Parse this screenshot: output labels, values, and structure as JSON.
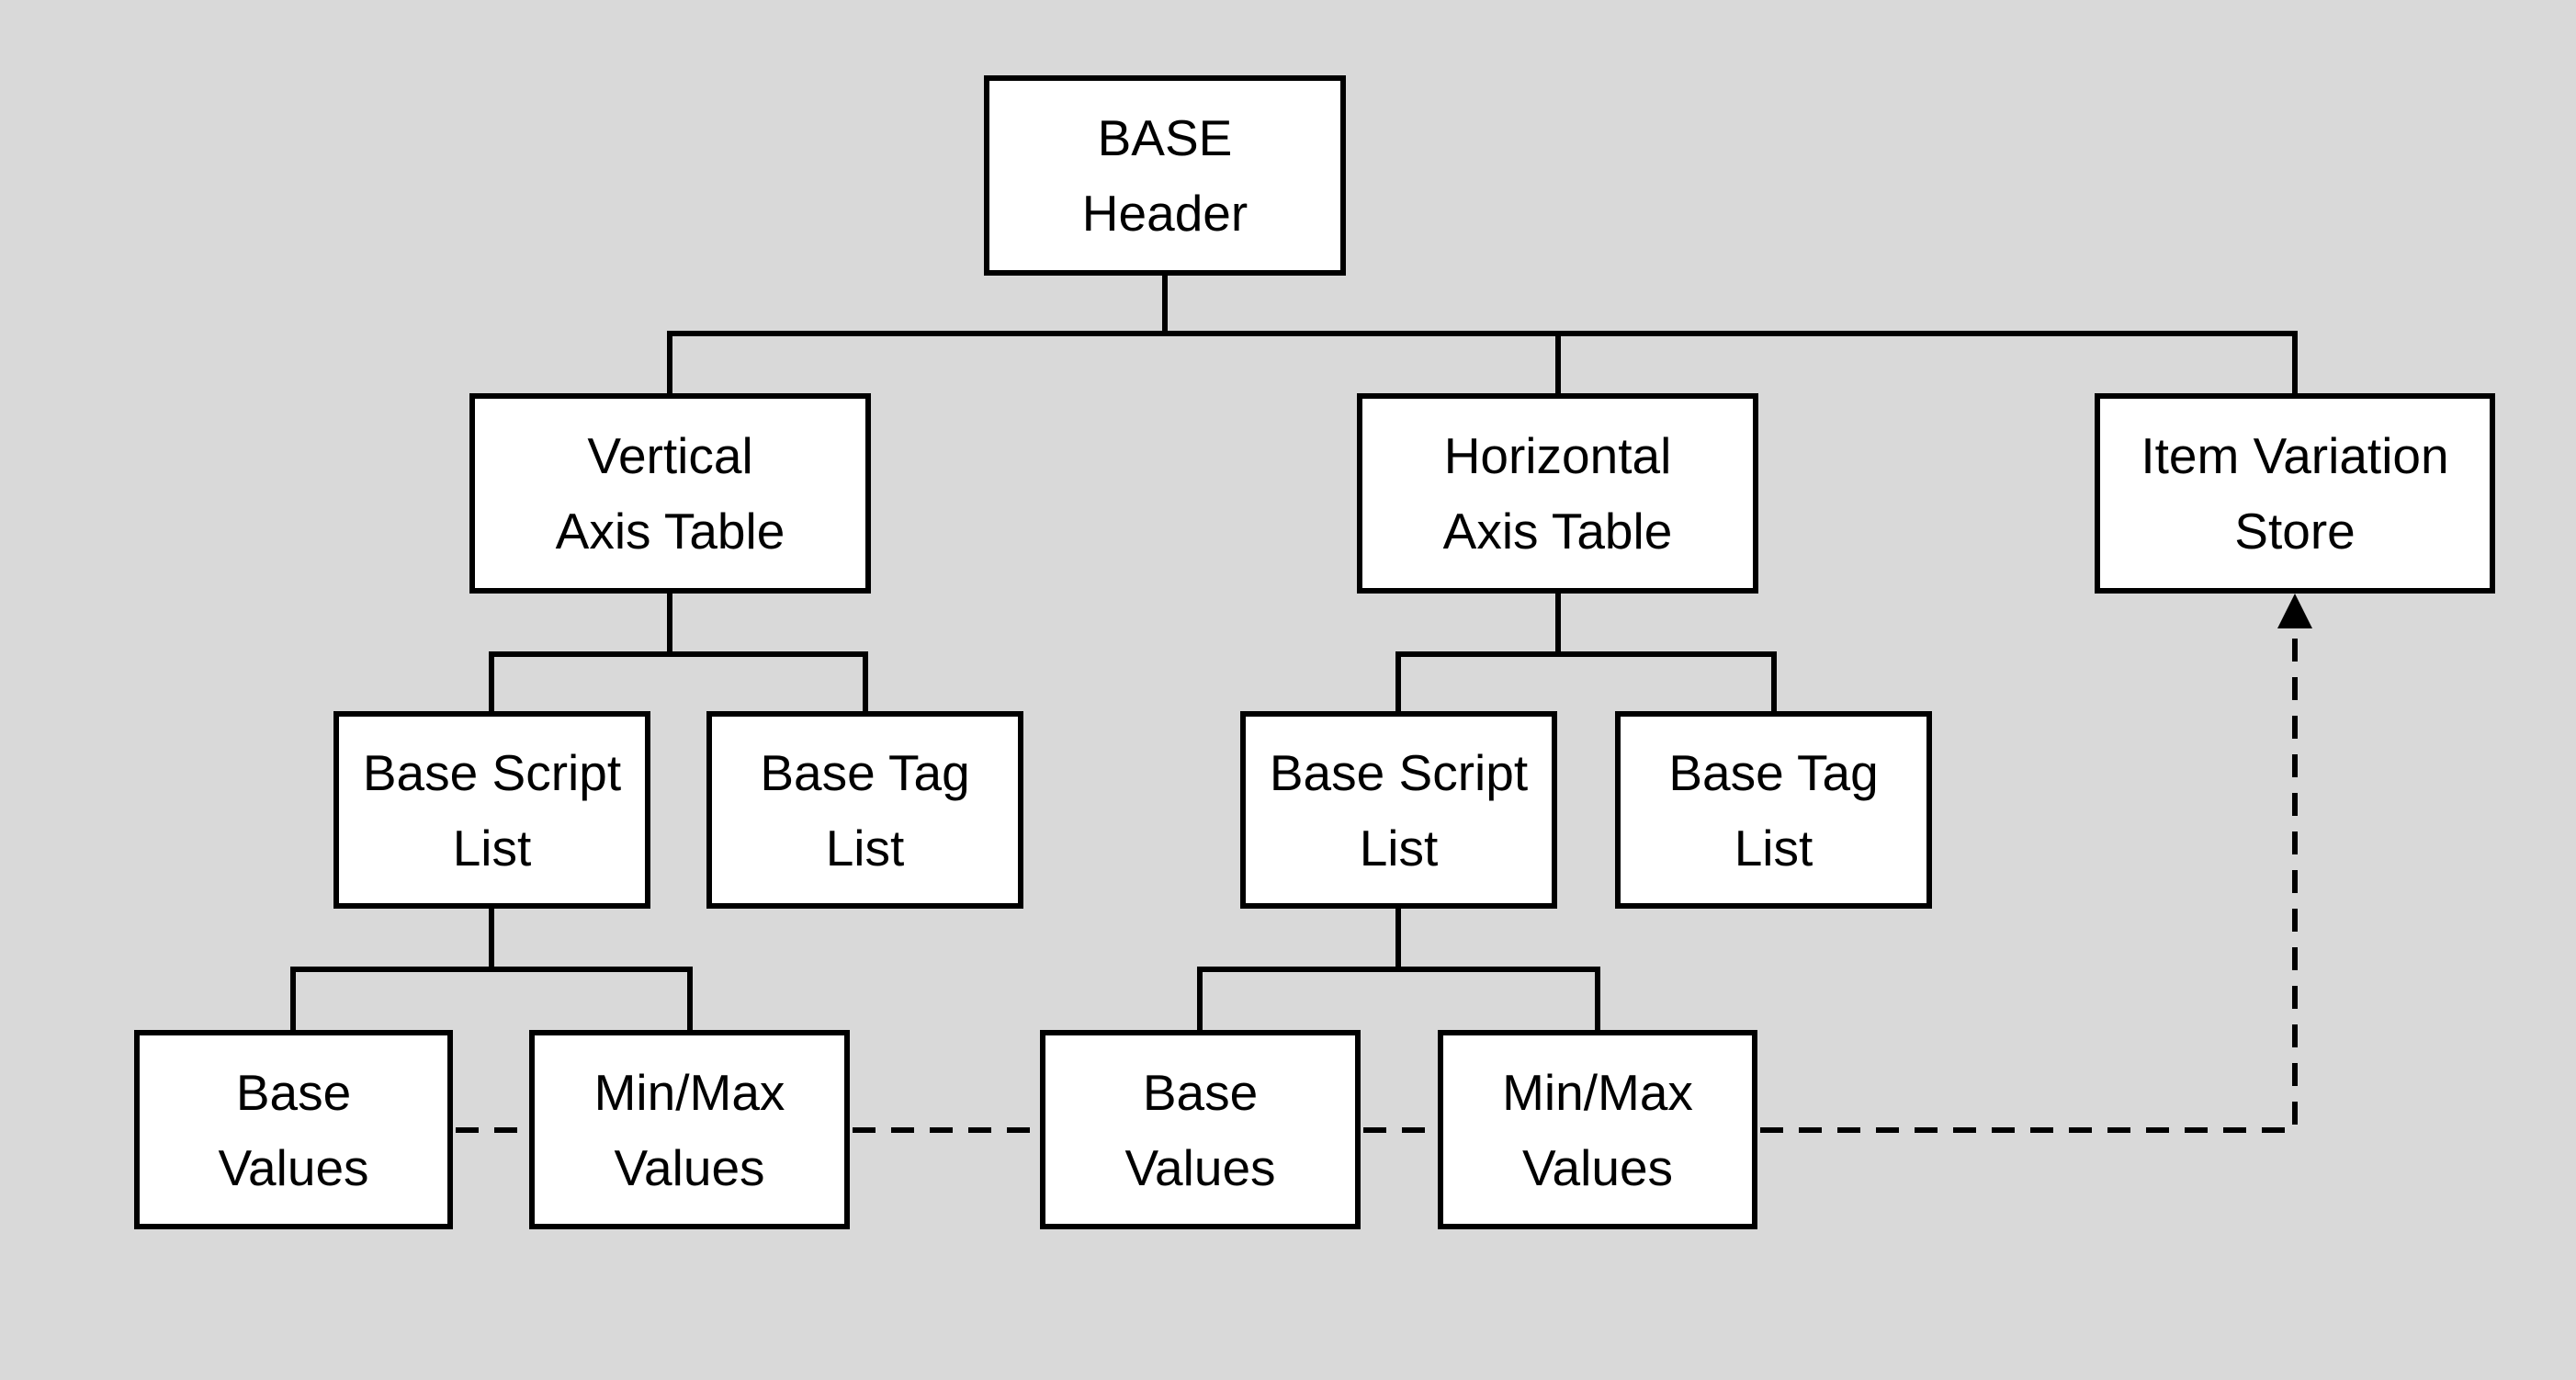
{
  "colors": {
    "background": "#d9d9d9",
    "node_fill": "#ffffff",
    "border": "#000000",
    "text": "#000000",
    "line": "#000000"
  },
  "nodes": {
    "base_header": {
      "lines": [
        "BASE",
        "Header"
      ]
    },
    "vertical_axis_table": {
      "lines": [
        "Vertical",
        "Axis Table"
      ]
    },
    "horizontal_axis_table": {
      "lines": [
        "Horizontal",
        "Axis Table"
      ]
    },
    "item_variation_store": {
      "lines": [
        "Item Variation",
        "Store"
      ]
    },
    "vertical_base_script_list": {
      "lines": [
        "Base Script",
        "List"
      ]
    },
    "vertical_base_tag_list": {
      "lines": [
        "Base Tag",
        "List"
      ]
    },
    "horizontal_base_script_list": {
      "lines": [
        "Base Script",
        "List"
      ]
    },
    "horizontal_base_tag_list": {
      "lines": [
        "Base Tag",
        "List"
      ]
    },
    "vertical_base_values": {
      "lines": [
        "Base",
        "Values"
      ]
    },
    "vertical_minmax_values": {
      "lines": [
        "Min/Max",
        "Values"
      ]
    },
    "horizontal_base_values": {
      "lines": [
        "Base",
        "Values"
      ]
    },
    "horizontal_minmax_values": {
      "lines": [
        "Min/Max",
        "Values"
      ]
    }
  },
  "edges": [
    {
      "from": "base_header",
      "to": "vertical_axis_table",
      "style": "solid"
    },
    {
      "from": "base_header",
      "to": "horizontal_axis_table",
      "style": "solid"
    },
    {
      "from": "base_header",
      "to": "item_variation_store",
      "style": "solid"
    },
    {
      "from": "vertical_axis_table",
      "to": "vertical_base_script_list",
      "style": "solid"
    },
    {
      "from": "vertical_axis_table",
      "to": "vertical_base_tag_list",
      "style": "solid"
    },
    {
      "from": "horizontal_axis_table",
      "to": "horizontal_base_script_list",
      "style": "solid"
    },
    {
      "from": "horizontal_axis_table",
      "to": "horizontal_base_tag_list",
      "style": "solid"
    },
    {
      "from": "vertical_base_script_list",
      "to": "vertical_base_values",
      "style": "solid"
    },
    {
      "from": "vertical_base_script_list",
      "to": "vertical_minmax_values",
      "style": "solid"
    },
    {
      "from": "horizontal_base_script_list",
      "to": "horizontal_base_values",
      "style": "solid"
    },
    {
      "from": "horizontal_base_script_list",
      "to": "horizontal_minmax_values",
      "style": "solid"
    },
    {
      "from": "vertical_base_values",
      "to": "vertical_minmax_values",
      "style": "dashed"
    },
    {
      "from": "vertical_minmax_values",
      "to": "horizontal_base_values",
      "style": "dashed"
    },
    {
      "from": "horizontal_base_values",
      "to": "horizontal_minmax_values",
      "style": "dashed"
    },
    {
      "from": "horizontal_minmax_values",
      "to": "item_variation_store",
      "style": "dashed-arrow"
    }
  ]
}
